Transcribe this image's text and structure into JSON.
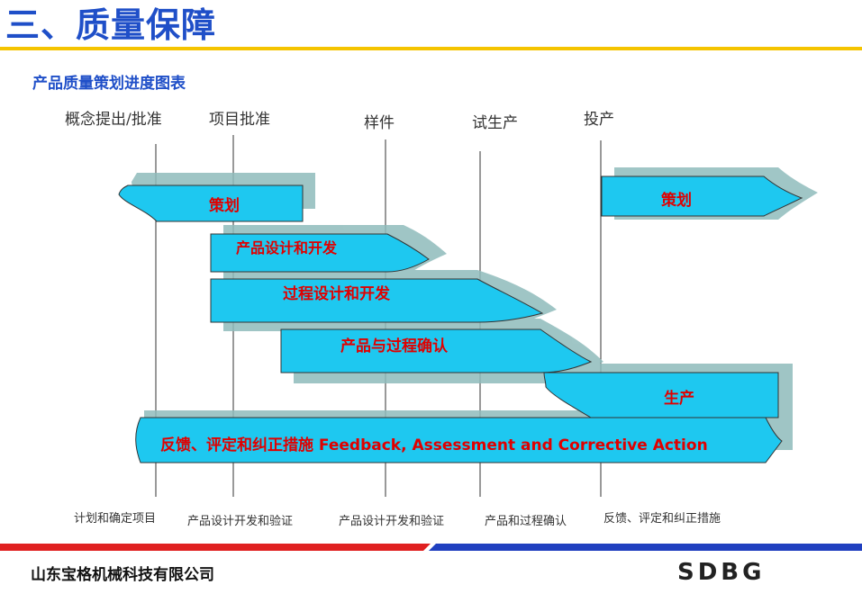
{
  "header": {
    "title": "三、质量保障",
    "subtitle": "产品质量策划进度图表"
  },
  "milestones": [
    "概念提出/批准",
    "项目批准",
    "样件",
    "试生产",
    "投产"
  ],
  "bars": [
    {
      "label": "策划"
    },
    {
      "label": "产品设计和开发"
    },
    {
      "label": "过程设计和开发"
    },
    {
      "label": "产品与过程确认"
    },
    {
      "label": "生产"
    },
    {
      "label": "策划"
    },
    {
      "label": "反馈、评定和纠正措施  Feedback, Assessment and Corrective Action"
    }
  ],
  "bottom_labels": [
    "计划和确定项目",
    "产品设计开发和验证",
    "产品设计开发和验证",
    "产品和过程确认",
    "反馈、评定和纠正措施"
  ],
  "footer": {
    "company": "山东宝格机械科技有限公司",
    "logo": "SDBG"
  },
  "colors": {
    "title_blue": "#1f4fc8",
    "bar_fill": "#1ec8f0",
    "bar_shadow": "#8fbcbc",
    "label_red": "#e00000",
    "accent_yellow": "#f5c400",
    "footer_red": "#e02020",
    "footer_blue": "#2040c0"
  }
}
